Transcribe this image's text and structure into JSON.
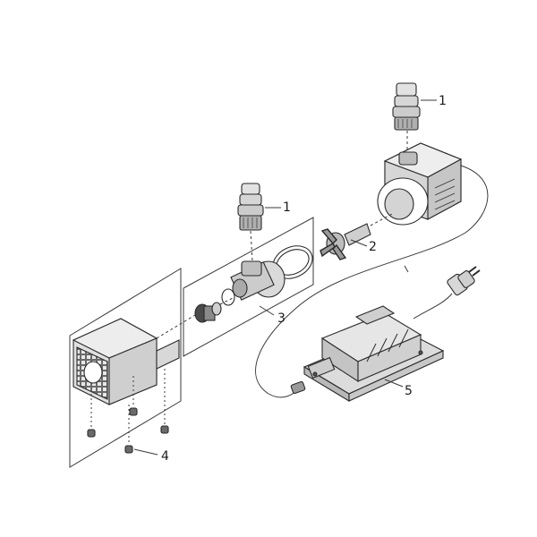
{
  "callouts": {
    "hose_adapter_upper": "1",
    "hose_adapter_middle": "1",
    "rotor": "2",
    "pump_housing_group": "3",
    "filter_housing_group": "4",
    "transformer": "5"
  }
}
